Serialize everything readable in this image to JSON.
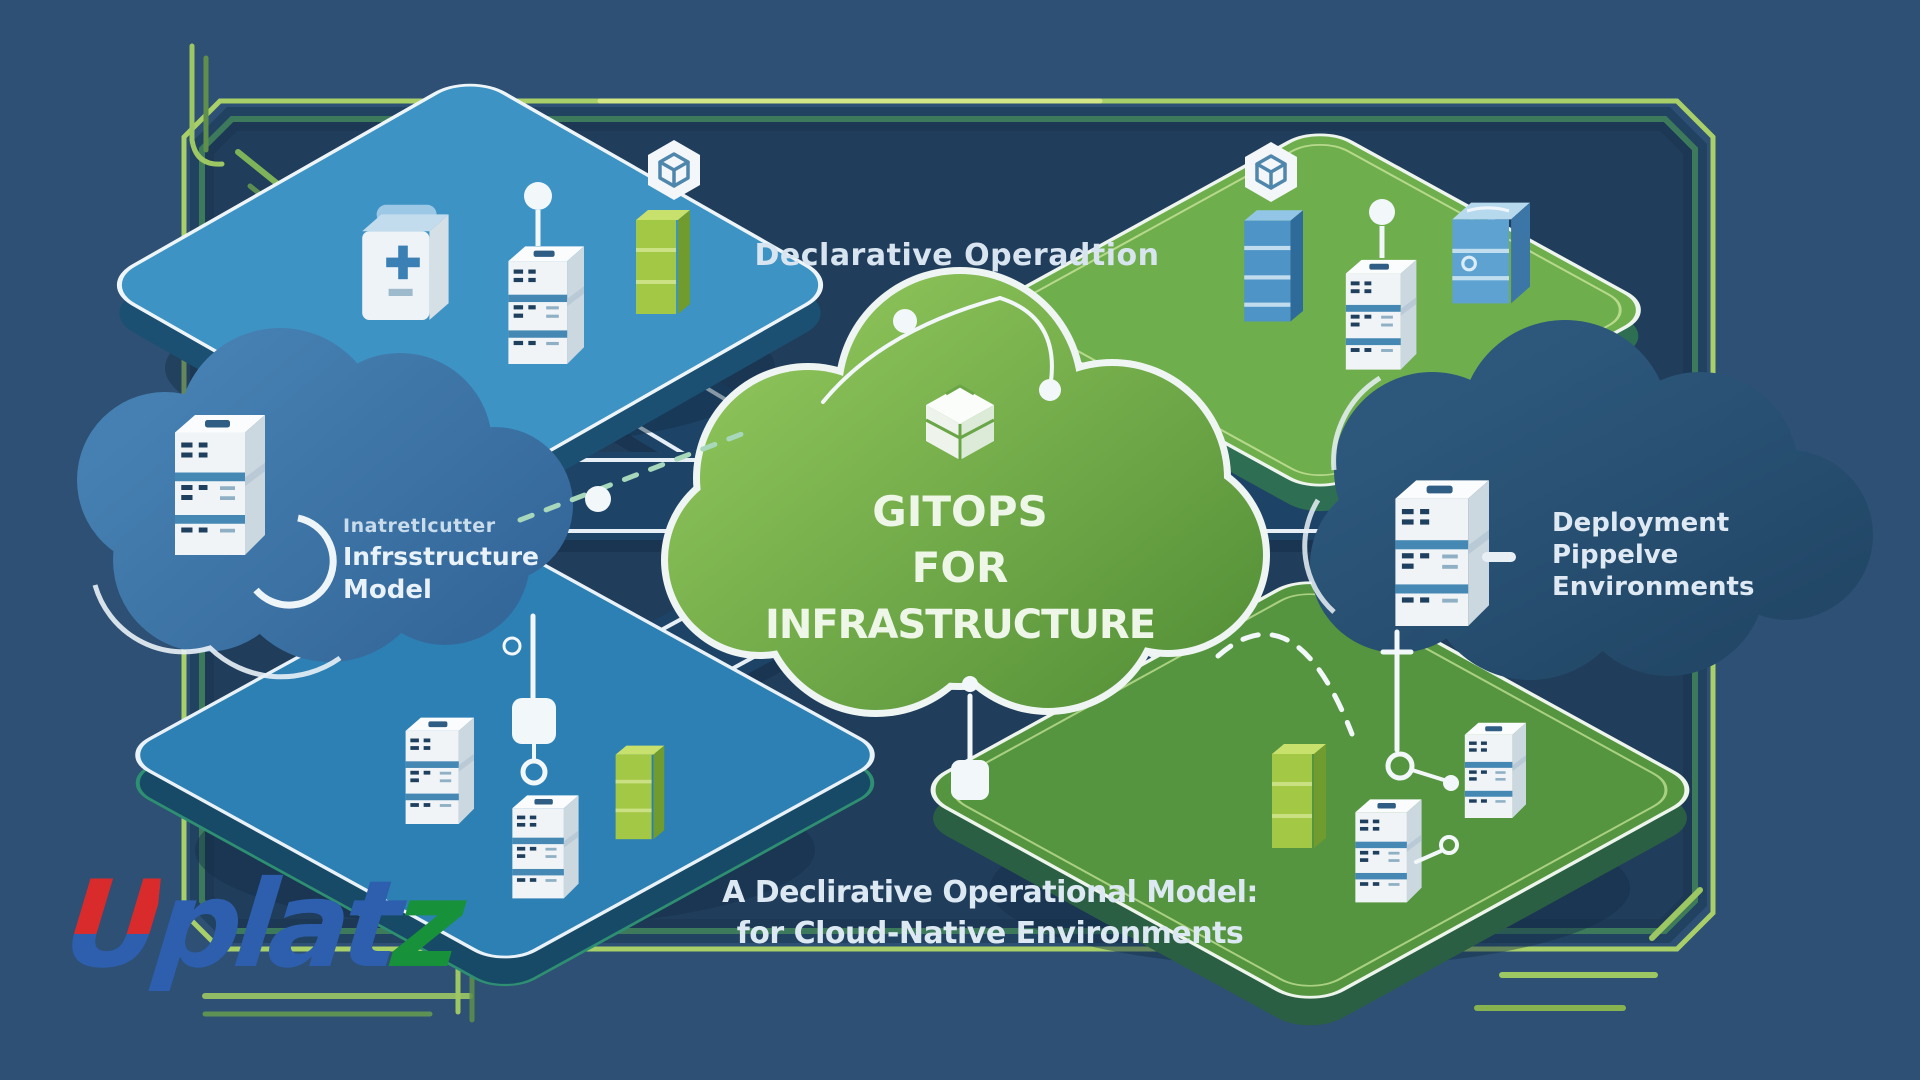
{
  "top_label": "Declarative Operadtion",
  "center_cloud": {
    "line1": "GITOPS",
    "line2": "FOR",
    "line3": "INFRASTRUCTURE"
  },
  "left_cloud": {
    "line1": "Inatretlcutter",
    "line2": "Infrsstructure",
    "line3": "Model"
  },
  "right_cloud": {
    "line1": "Deployment",
    "line2": "Pippelve",
    "line3": "Environments"
  },
  "caption": {
    "line1": "A Declirative Operational Model:",
    "line2": "for Cloud-Native Environments"
  },
  "logo": {
    "u": "U",
    "plat": "plat",
    "z": "z"
  },
  "colors": {
    "background": "#2d5074",
    "panel": "#203d5b",
    "frame_light_green": "#a8cf68",
    "frame_dark_green": "#3d7a5c",
    "cloud_center_green": "#6fae49",
    "cloud_left_blue": "#3f77aa",
    "cloud_right_blue": "#2a5375",
    "platform_blue": "#3d93c4",
    "platform_green": "#6fae4c",
    "connector_white": "#f2f7fa",
    "logo_red": "#d92b2b",
    "logo_blue": "#2d5fae",
    "logo_green": "#18913b"
  },
  "icons": {
    "package-icon": "white isometric cube on green cloud",
    "cube-badge-icon": "white hexagon badge with open cube",
    "server-icon": "white server tower with blue stripes",
    "blue-tower-icon": "blue server tower",
    "green-tower-icon": "green server tower",
    "appliance-icon": "white appliance box with blue cross",
    "pin-icon": "white dot pin above server",
    "node-icon": "white rounded square node",
    "ring-icon": "white circle outline",
    "hook-icon": "white curved hook"
  }
}
